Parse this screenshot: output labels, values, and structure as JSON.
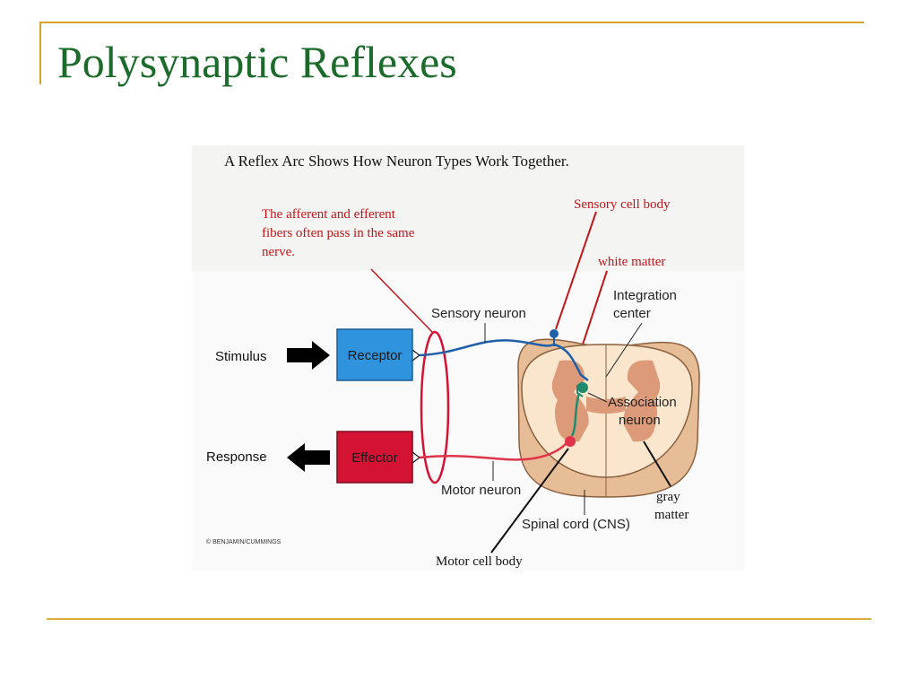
{
  "slide": {
    "title": "Polysynaptic Reflexes"
  },
  "figure": {
    "heading": "A Reflex Arc Shows How Neuron Types Work Together.",
    "annotations": {
      "afferent_efferent_line1": "The afferent and efferent",
      "afferent_efferent_line2": "fibers often pass in the same",
      "afferent_efferent_line3": "nerve.",
      "sensory_cell_body": "Sensory cell body",
      "white_matter": "white matter",
      "gray_matter_line1": "gray",
      "gray_matter_line2": "matter",
      "motor_cell_body": "Motor cell body"
    },
    "labels": {
      "stimulus": "Stimulus",
      "response": "Response",
      "receptor": "Receptor",
      "effector": "Effector",
      "sensory_neuron": "Sensory neuron",
      "motor_neuron": "Motor neuron",
      "integration_line1": "Integration",
      "integration_line2": "center",
      "association_line1": "Association",
      "association_line2": "neuron",
      "spinal_cord": "Spinal cord (CNS)",
      "copyright": "© BENJAMIN/CUMMINGS"
    },
    "colors": {
      "annotation_red": "#c0161a",
      "receptor_blue": "#2f93de",
      "effector_red": "#d41334",
      "sensory_blue": "#1f5fa8",
      "motor_red": "#e0344a",
      "association_green": "#1f8a6e",
      "gray_matter": "#dd9a78",
      "white_matter": "#fae6cd",
      "title_green": "#1d6b2c",
      "rule_gold": "#d4a52b"
    }
  }
}
